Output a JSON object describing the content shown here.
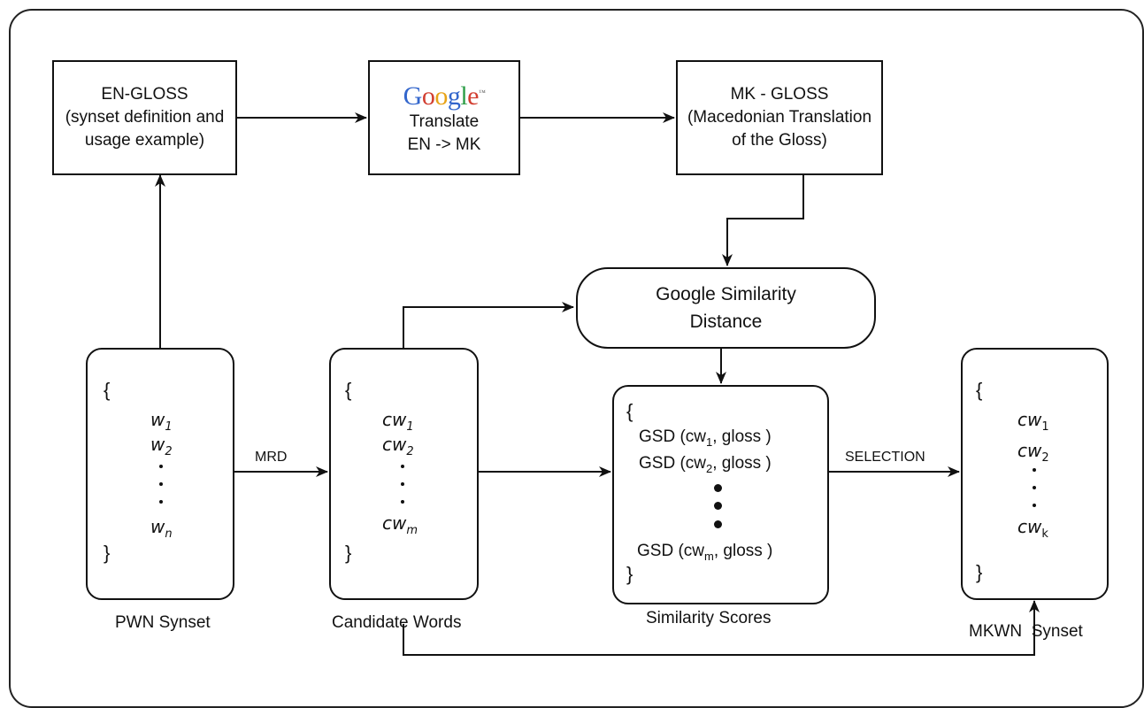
{
  "top_row": {
    "en_gloss": {
      "line1": "EN-GLOSS",
      "line2": "(synset definition and",
      "line3": "usage example)"
    },
    "translate": {
      "logo_letters": [
        {
          "char": "G",
          "color": "#3366cc"
        },
        {
          "char": "o",
          "color": "#d23f31"
        },
        {
          "char": "o",
          "color": "#e8a317"
        },
        {
          "char": "g",
          "color": "#3366cc"
        },
        {
          "char": "l",
          "color": "#2e9e48"
        },
        {
          "char": "e",
          "color": "#d23f31"
        }
      ],
      "line1": "Translate",
      "line2": "EN -> MK"
    },
    "mk_gloss": {
      "line1": "MK - GLOSS",
      "line2": "(Macedonian Translation",
      "line3": "of the Gloss)"
    }
  },
  "gsd_box": {
    "line1": "Google Similarity",
    "line2": "Distance"
  },
  "pwn_synset": {
    "open_brace": "{",
    "close_brace": "}",
    "items": [
      {
        "base": "w",
        "sub": "1"
      },
      {
        "base": "w",
        "sub": "2"
      },
      {
        "base": "w",
        "sub": "n"
      }
    ],
    "caption": "PWN Synset"
  },
  "candidate_words": {
    "open_brace": "{",
    "close_brace": "}",
    "items": [
      {
        "base": "cw",
        "sub": "1"
      },
      {
        "base": "cw",
        "sub": "2"
      },
      {
        "base": "cw",
        "sub": "m"
      }
    ],
    "caption": "Candidate Words"
  },
  "similarity_scores": {
    "open_brace": "{",
    "close_brace": "}",
    "rows": [
      {
        "prefix": "GSD (cw",
        "sub": "1",
        "suffix": ", gloss )"
      },
      {
        "prefix": "GSD (cw",
        "sub": "2",
        "suffix": ", gloss )"
      },
      {
        "prefix": "GSD (cw",
        "sub": "m",
        "suffix": ", gloss )"
      }
    ],
    "caption": "Similarity Scores"
  },
  "mkwn_synset": {
    "open_brace": "{",
    "close_brace": "}",
    "items": [
      {
        "base": "cw",
        "sub": "1"
      },
      {
        "base": "cw",
        "sub": "2"
      },
      {
        "base": "cw",
        "sub": "k"
      }
    ],
    "caption": "MKWN  Synset"
  },
  "edge_labels": {
    "mrd": "MRD",
    "selection": "SELECTION"
  }
}
